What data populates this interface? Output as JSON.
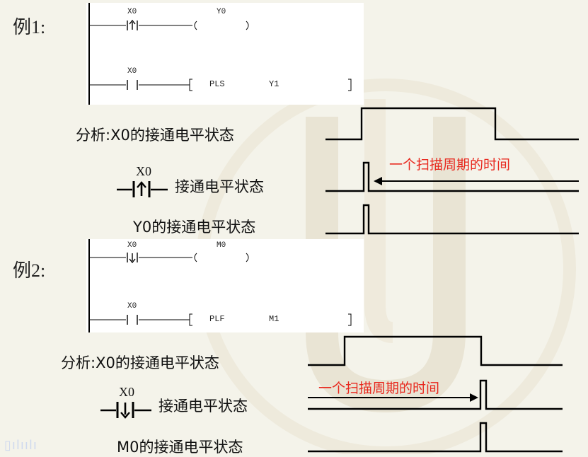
{
  "example1": {
    "label": "例1:",
    "ladder": {
      "rung1": {
        "contact": "X0",
        "coil": "Y0"
      },
      "rung2": {
        "contact": "X0",
        "instruction": "PLS",
        "operand": "Y1"
      }
    },
    "analysis": {
      "row1": "分析:X0的接通电平状态",
      "row2_name": "X0",
      "row2": "接通电平状态",
      "row3": "Y0的接通电平状态"
    },
    "note": "一个扫描周期的时间"
  },
  "example2": {
    "label": "例2:",
    "ladder": {
      "rung1": {
        "contact": "X0",
        "coil": "M0"
      },
      "rung2": {
        "contact": "X0",
        "instruction": "PLF",
        "operand": "M1"
      }
    },
    "analysis": {
      "row1": "分析:X0的接通电平状态",
      "row2_name": "X0",
      "row2": "接通电平状态",
      "row3": "M0的接通电平状态"
    },
    "note": "一个扫描周期的时间"
  },
  "colors": {
    "note": "#e8281e",
    "background": "#f4f3ea",
    "wave": "#000000"
  }
}
